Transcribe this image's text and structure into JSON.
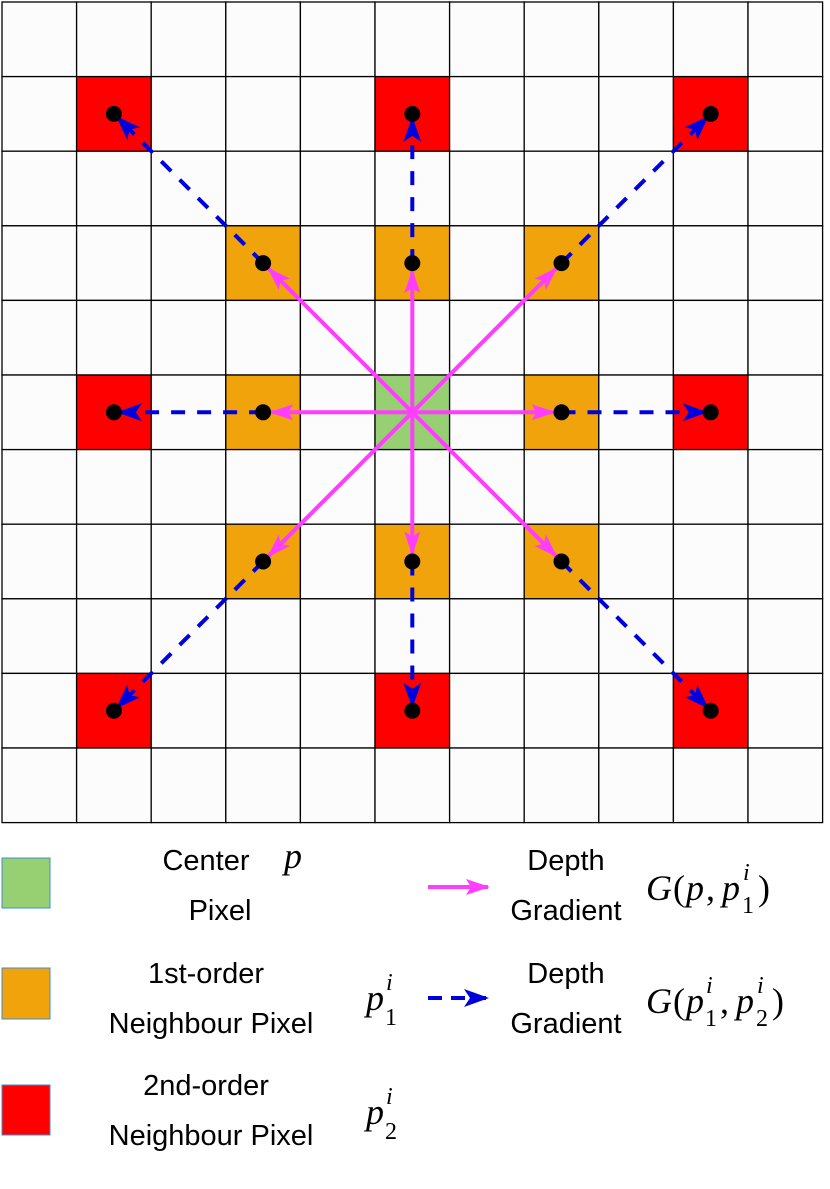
{
  "grid": {
    "rows": 11,
    "cols": 11,
    "center": [
      5,
      5
    ],
    "first_order": [
      [
        3,
        3
      ],
      [
        3,
        5
      ],
      [
        3,
        7
      ],
      [
        5,
        3
      ],
      [
        5,
        7
      ],
      [
        7,
        3
      ],
      [
        7,
        5
      ],
      [
        7,
        7
      ]
    ],
    "second_order": [
      [
        1,
        1
      ],
      [
        1,
        5
      ],
      [
        1,
        9
      ],
      [
        5,
        1
      ],
      [
        5,
        9
      ],
      [
        9,
        1
      ],
      [
        9,
        5
      ],
      [
        9,
        9
      ]
    ]
  },
  "colors": {
    "background_cell": "#fcfcfc",
    "grid_line": "#000000",
    "center": "#97cf73",
    "first_order": "#f0a30a",
    "second_order": "#ff0000",
    "gradient_arrow": "#ff3dff",
    "second_gradient_arrow": "#0000dd",
    "dot": "#000000"
  },
  "legend": {
    "center": {
      "line1": "Center",
      "line2": "Pixel",
      "symbol": "p"
    },
    "first": {
      "line1": "1st-order",
      "line2": "Neighbour Pixel",
      "symbol_base": "p",
      "symbol_sub": "1",
      "symbol_sup": "i"
    },
    "second": {
      "line1": "2nd-order",
      "line2": "Neighbour Pixel",
      "symbol_base": "p",
      "symbol_sub": "2",
      "symbol_sup": "i"
    },
    "gradient1": {
      "line1": "Depth",
      "line2": "Gradient",
      "func": "G",
      "open": "(",
      "arg1": "p",
      "comma": ",",
      "arg2_base": "p",
      "arg2_sub": "1",
      "arg2_sup": "i",
      "close": ")"
    },
    "gradient2": {
      "line1": "Depth",
      "line2": "Gradient",
      "func": "G",
      "open": "(",
      "arg1_base": "p",
      "arg1_sub": "1",
      "arg1_sup": "i",
      "comma": ",",
      "arg2_base": "p",
      "arg2_sub": "2",
      "arg2_sup": "i",
      "close": ")"
    }
  }
}
